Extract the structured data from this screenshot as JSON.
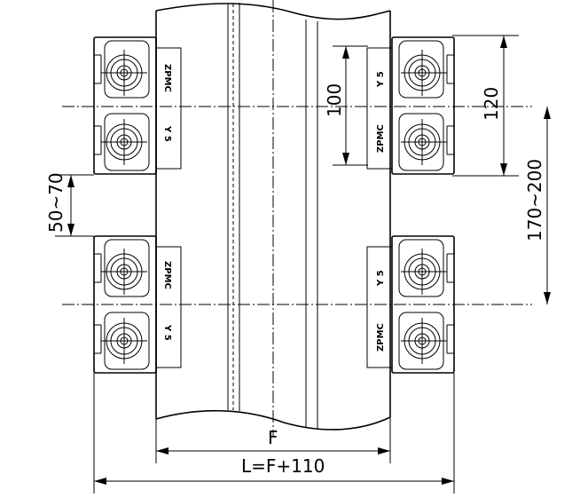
{
  "labels": {
    "dim_100": "100",
    "dim_120": "120",
    "dim_170_200": "170~200",
    "dim_50_70": "50~70",
    "dim_f": "F",
    "dim_l": "L=F+110",
    "stamp_zpmc": "ZPMC",
    "stamp_y5": "Y 5"
  }
}
